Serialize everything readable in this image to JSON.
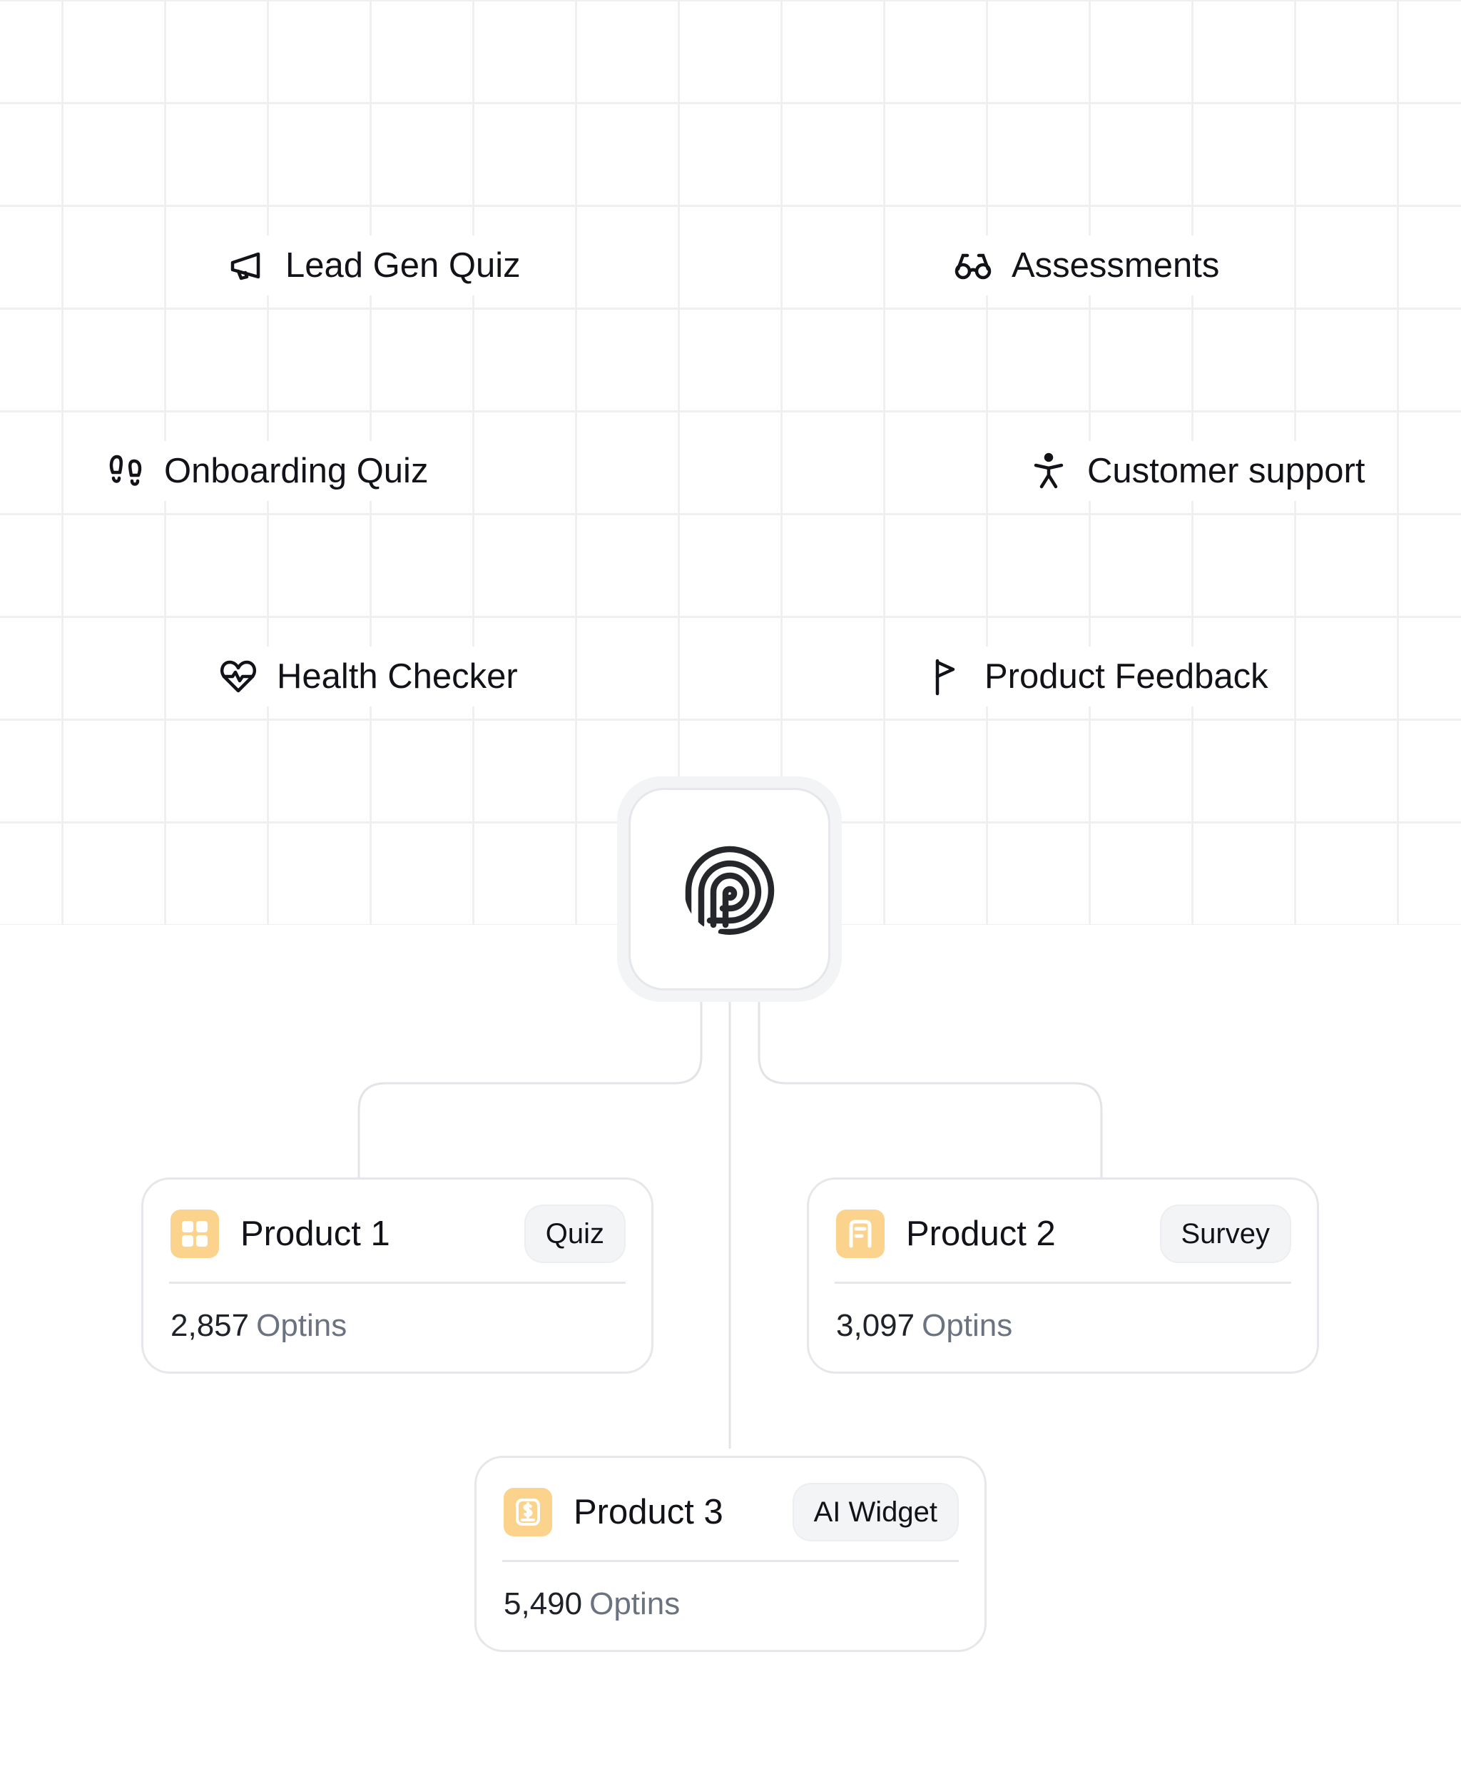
{
  "use_cases": [
    {
      "label": "Lead Gen Quiz",
      "icon": "megaphone-icon"
    },
    {
      "label": "Assessments",
      "icon": "glasses-icon"
    },
    {
      "label": "Onboarding Quiz",
      "icon": "footprints-icon"
    },
    {
      "label": "Customer support",
      "icon": "accessibility-icon"
    },
    {
      "label": "Health Checker",
      "icon": "heart-pulse-icon"
    },
    {
      "label": "Product Feedback",
      "icon": "flag-icon"
    }
  ],
  "center_logo": {
    "icon": "brand-logo-icon"
  },
  "products": [
    {
      "name": "Product 1",
      "tag": "Quiz",
      "count": "2,857",
      "unit": "Optins",
      "icon": "grid-app-icon"
    },
    {
      "name": "Product 2",
      "tag": "Survey",
      "count": "3,097",
      "unit": "Optins",
      "icon": "form-app-icon"
    },
    {
      "name": "Product 3",
      "tag": "AI Widget",
      "count": "5,490",
      "unit": "Optins",
      "icon": "dollar-doc-icon"
    }
  ],
  "colors": {
    "grid_line": "#eeeff1",
    "card_border": "#e5e7eb",
    "product_icon_bg": "#fbd38d",
    "text_primary": "#111318",
    "text_muted": "#6b7280"
  }
}
